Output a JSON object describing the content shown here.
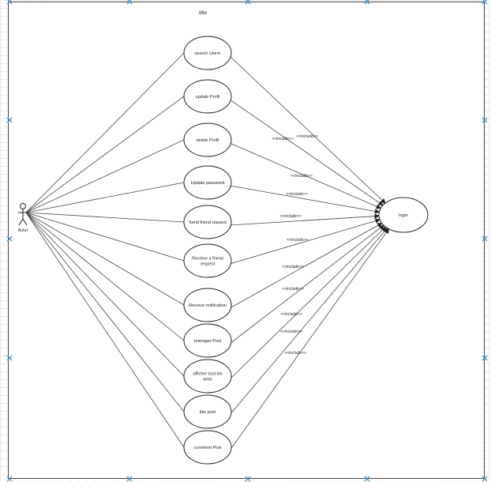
{
  "diagram": {
    "title": "title",
    "actor": {
      "label": "Actor"
    },
    "target": {
      "label": "login"
    },
    "use_cases": [
      {
        "label": "search Users"
      },
      {
        "label": "update Profil"
      },
      {
        "label": "delete Profil"
      },
      {
        "label": "Update password"
      },
      {
        "label": "Send friend request"
      },
      {
        "label": "Receive a friend request"
      },
      {
        "label": "Receive notification"
      },
      {
        "label": "manager Post"
      },
      {
        "label": "afficher tout les amis"
      },
      {
        "label": "like post"
      },
      {
        "label": "comment Post"
      }
    ],
    "includes": [
      {
        "from": 0,
        "label": "<<include>>"
      },
      {
        "from": 1,
        "label": "<<include>>"
      },
      {
        "from": 2,
        "label": "<<include>>"
      },
      {
        "from": 3,
        "label": "<<include>>"
      },
      {
        "from": 4,
        "label": "<<include>>"
      },
      {
        "from": 5,
        "label": "<<include>>"
      },
      {
        "from": 6,
        "label": "<<include>>"
      },
      {
        "from": 7,
        "label": "<<include>>"
      },
      {
        "from": 8,
        "label": "<<include>>"
      },
      {
        "from": 9,
        "label": "<<include>>"
      },
      {
        "from": 10,
        "label": "<<include>>"
      }
    ],
    "colors": {
      "line": "#444444",
      "handle": "#3b8fd8",
      "grid": "#e9e9e9"
    }
  }
}
